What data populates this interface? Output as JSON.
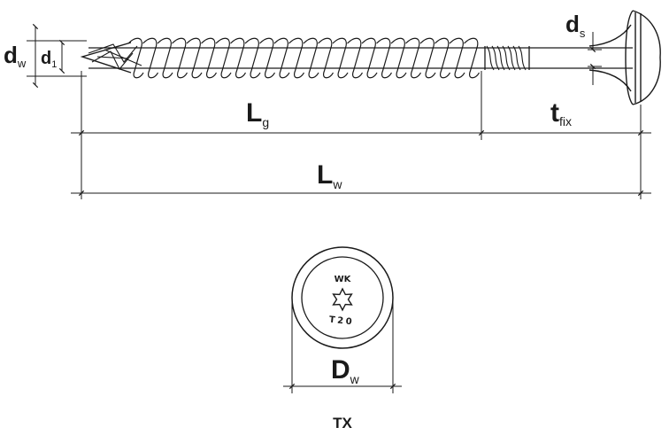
{
  "dimensions": {
    "d_w": {
      "main": "d",
      "sub": "w"
    },
    "d_1": {
      "main": "d",
      "sub": "1"
    },
    "d_s": {
      "main": "d",
      "sub": "s"
    },
    "L_g": {
      "main": "L",
      "sub": "g"
    },
    "t_fix": {
      "main": "t",
      "sub": "fix"
    },
    "L_w": {
      "main": "L",
      "sub": "w"
    },
    "D_w": {
      "main": "D",
      "sub": "w"
    }
  },
  "head_view": {
    "stamp_top": "WK",
    "stamp_bottom": "T20"
  },
  "drive_label": "TX"
}
